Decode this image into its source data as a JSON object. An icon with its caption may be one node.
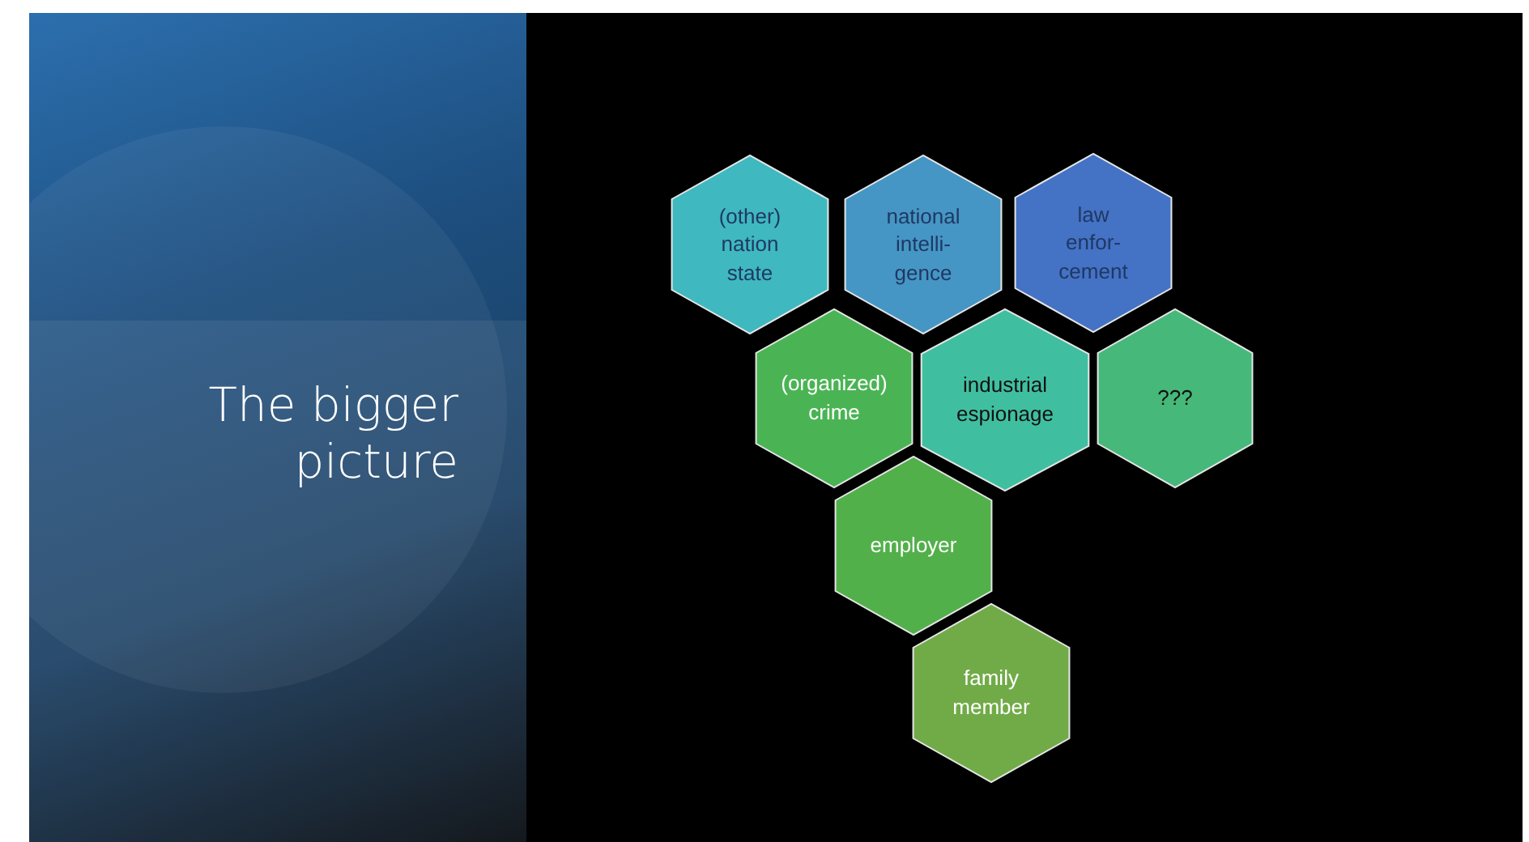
{
  "diagram": {
    "title": "The bigger picture",
    "nodes": [
      {
        "text": [
          "(other) nation state"
        ]
      },
      {
        "text": [
          "national intelli- gence"
        ]
      },
      {
        "text": [
          "law enfor- cement"
        ]
      },
      {
        "text": [
          "(organized) crime"
        ]
      },
      {
        "text": [
          "industrial espionage"
        ]
      },
      {
        "text": [
          "???"
        ]
      },
      {
        "text": [
          "employer"
        ]
      },
      {
        "text": [
          "family member"
        ]
      }
    ]
  }
}
